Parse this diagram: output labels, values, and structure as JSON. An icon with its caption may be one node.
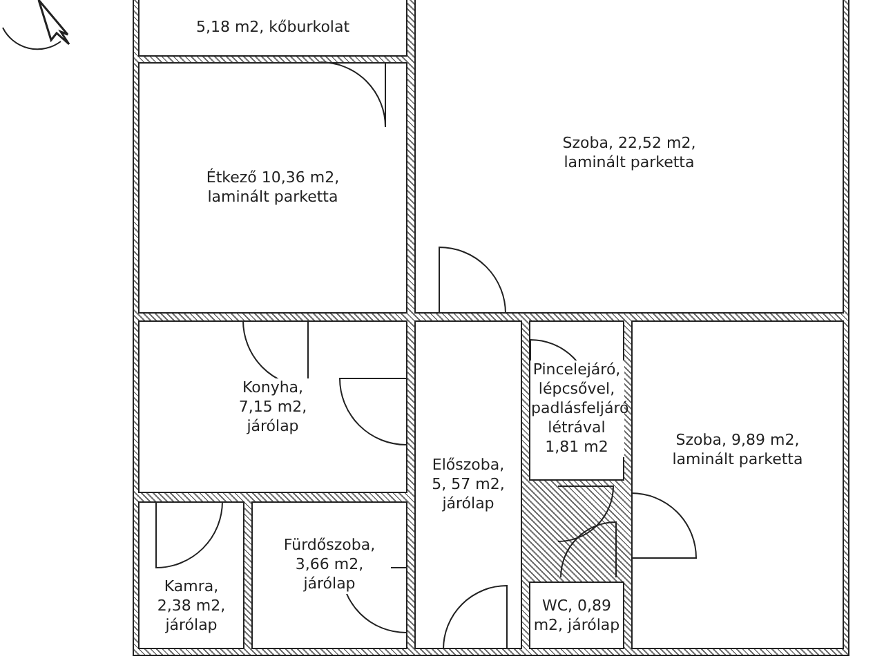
{
  "diagram": {
    "nodes": [
      {
        "text": [
          "5,18 m2, kőburkolat"
        ]
      },
      {
        "text": [
          "Szoba, 22,52 m2, laminált parketta"
        ]
      },
      {
        "text": [
          "Étkező 10,36 m2, laminált parketta"
        ]
      },
      {
        "text": [
          "Konyha, 7,15 m2, járólap"
        ]
      },
      {
        "text": [
          "Előszoba, 5, 57 m2, járólap"
        ]
      },
      {
        "text": [
          "Pincelejáró, lépcsővel, padlásfeljáró létrával 1,81 m2"
        ]
      },
      {
        "text": [
          "Szoba, 9,89 m2, laminált parketta"
        ]
      },
      {
        "text": [
          "Kamra, 2,38 m2, járólap"
        ]
      },
      {
        "text": [
          "Fürdőszoba, 3,66 m2, járólap"
        ]
      },
      {
        "text": [
          "WC, 0,89 m2, járólap"
        ]
      }
    ],
    "edges": []
  }
}
